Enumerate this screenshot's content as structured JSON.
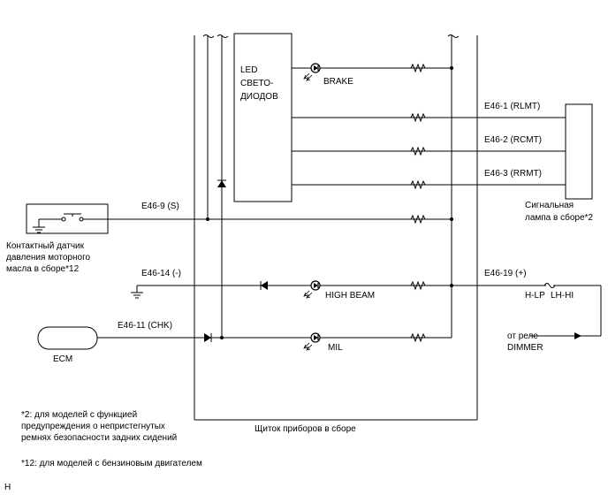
{
  "cluster": {
    "led_block_line1": "LED",
    "led_block_line2": "СВЕТО-",
    "led_block_line3": "ДИОДОВ",
    "title": "Щиток приборов в сборе"
  },
  "lamps": {
    "brake": "BRAKE",
    "high_beam": "HIGH BEAM",
    "mil": "MIL"
  },
  "connectors": {
    "rlmt": "E46-1 (RLMT)",
    "rcmt": "E46-2 (RCMT)",
    "rrmt": "E46-3 (RRMT)",
    "s": "E46-9 (S)",
    "minus": "E46-14 (-)",
    "chk": "E46-11 (CHK)",
    "plus": "E46-19 (+)"
  },
  "components": {
    "signal_lamp_line1": "Сигнальная",
    "signal_lamp_line2": "лампа в сборе*2",
    "oil_switch_line1": "Контактный датчик",
    "oil_switch_line2": "давления моторного",
    "oil_switch_line3": "масла в сборе*12",
    "ecm": "ECM",
    "fuse_left": "H-LP",
    "fuse_right": "LH-HI",
    "relay_line1": "от реле",
    "relay_line2": "DIMMER"
  },
  "notes": {
    "note2_line1": "*2: для моделей с функцией",
    "note2_line2": "предупреждения о непристегнутых",
    "note2_line3": "ремнях безопасности задних сидений",
    "note12": "*12: для моделей с бензиновым двигателем"
  },
  "corner_mark": "H"
}
